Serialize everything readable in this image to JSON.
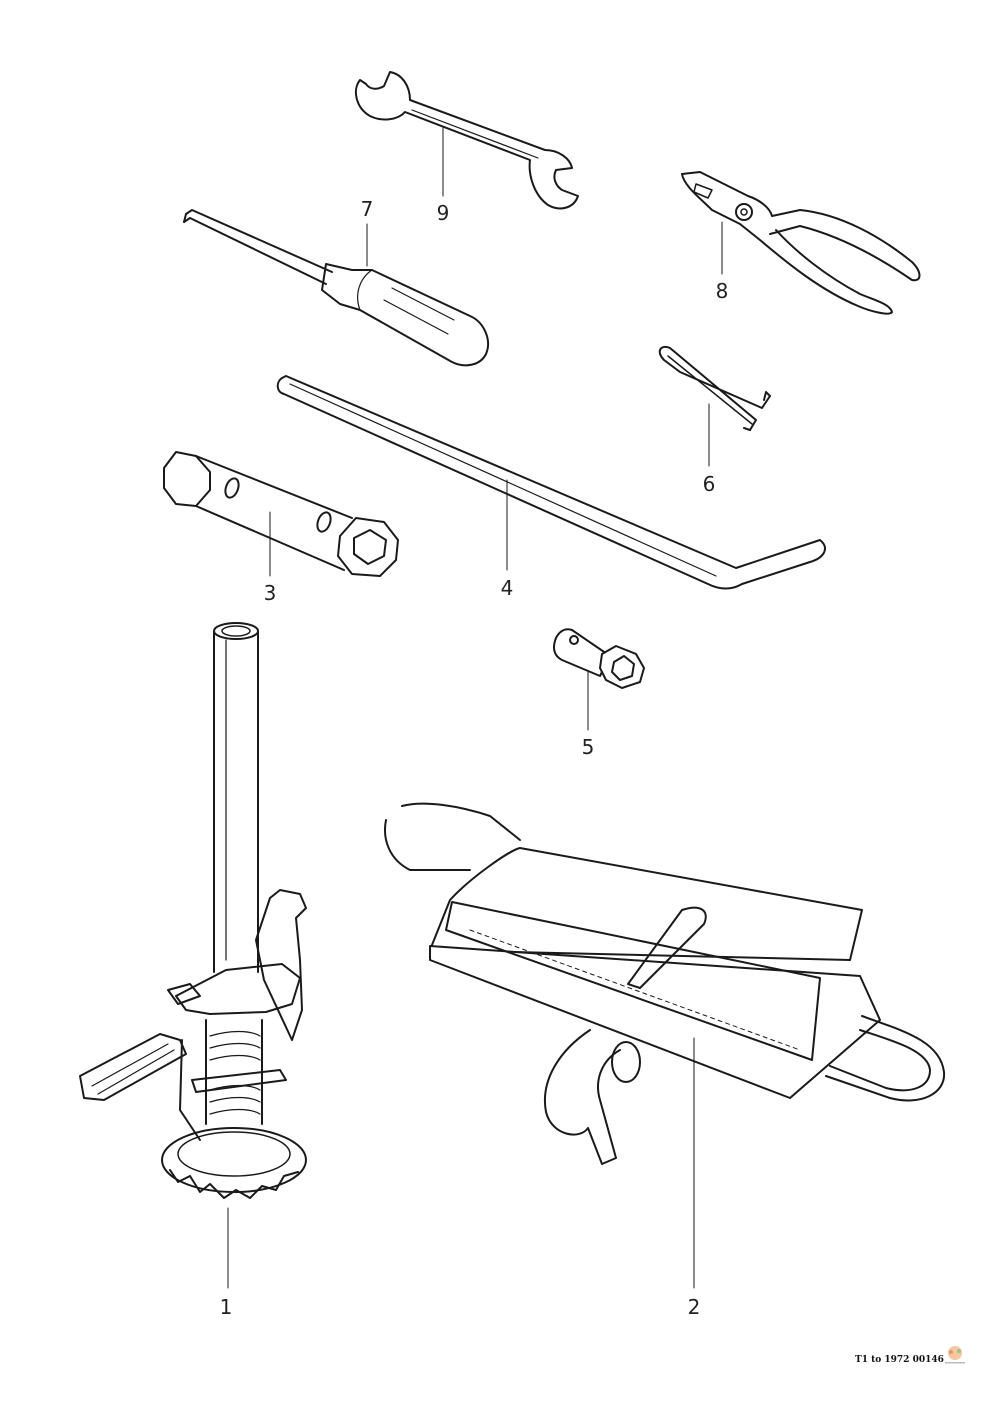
{
  "callouts": [
    {
      "id": "jack",
      "label": "1"
    },
    {
      "id": "tool-bag",
      "label": "2"
    },
    {
      "id": "spark-plug-box-spanner",
      "label": "3"
    },
    {
      "id": "tommy-bar",
      "label": "4"
    },
    {
      "id": "small-box-spanner",
      "label": "5"
    },
    {
      "id": "hubcap-hook",
      "label": "6"
    },
    {
      "id": "screwdriver",
      "label": "7"
    },
    {
      "id": "pliers",
      "label": "8"
    },
    {
      "id": "open-end-wrench",
      "label": "9"
    }
  ],
  "footer": {
    "reference": "T1 to 1972 00146"
  },
  "colors": {
    "ink": "#1a1a1a",
    "paper": "#ffffff"
  }
}
